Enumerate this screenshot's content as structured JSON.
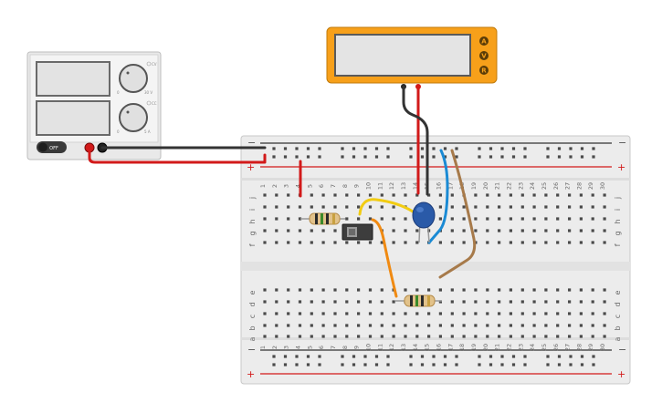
{
  "power_supply": {
    "switch_label": "OFF",
    "knob_top_labels": [
      "0",
      "30 V"
    ],
    "knob_bottom_labels": [
      "0",
      "5 A"
    ],
    "cv_label": "CV",
    "cc_label": "CC",
    "colors": {
      "body": "#ececec",
      "screen": "#e6e6e6",
      "switch": "#3a3a3a",
      "terminal_pos": "#d21a1a",
      "terminal_neg": "#222222"
    }
  },
  "multimeter": {
    "mode_buttons": [
      "A",
      "V",
      "R"
    ],
    "colors": {
      "body": "#f7a01a",
      "screen": "#e4e4e4",
      "button": "#6a4a0a"
    }
  },
  "breadboard": {
    "columns": [
      "1",
      "2",
      "3",
      "4",
      "5",
      "6",
      "7",
      "8",
      "9",
      "10",
      "11",
      "12",
      "13",
      "14",
      "15",
      "16",
      "17",
      "18",
      "19",
      "20",
      "21",
      "22",
      "23",
      "24",
      "25",
      "26",
      "27",
      "28",
      "29",
      "30"
    ],
    "row_letters_top": [
      "j",
      "i",
      "h",
      "g",
      "f"
    ],
    "row_letters_bottom": [
      "e",
      "d",
      "c",
      "b",
      "a"
    ],
    "rail_minus": "−",
    "rail_plus": "+",
    "colors": {
      "body": "#ececec",
      "hole": "#4a4a4a",
      "rail_red": "#d21a1a",
      "rail_black": "#333333"
    }
  },
  "components": [
    {
      "name": "resistor-1",
      "kind": "resistor"
    },
    {
      "name": "resistor-2",
      "kind": "resistor"
    },
    {
      "name": "capacitor",
      "kind": "ceramic capacitor"
    },
    {
      "name": "slide-switch",
      "kind": "slide switch"
    }
  ],
  "wires": [
    {
      "name": "wire-red-supply",
      "color": "#d21a1a"
    },
    {
      "name": "wire-black-supply",
      "color": "#333333"
    },
    {
      "name": "wire-red-meter",
      "color": "#d21a1a"
    },
    {
      "name": "wire-black-meter",
      "color": "#333333"
    },
    {
      "name": "wire-red-jumper",
      "color": "#d21a1a"
    },
    {
      "name": "wire-yellow",
      "color": "#f2cc12"
    },
    {
      "name": "wire-orange",
      "color": "#f08a12"
    },
    {
      "name": "wire-blue",
      "color": "#1a8ad4"
    },
    {
      "name": "wire-brown",
      "color": "#a77a4a"
    }
  ]
}
